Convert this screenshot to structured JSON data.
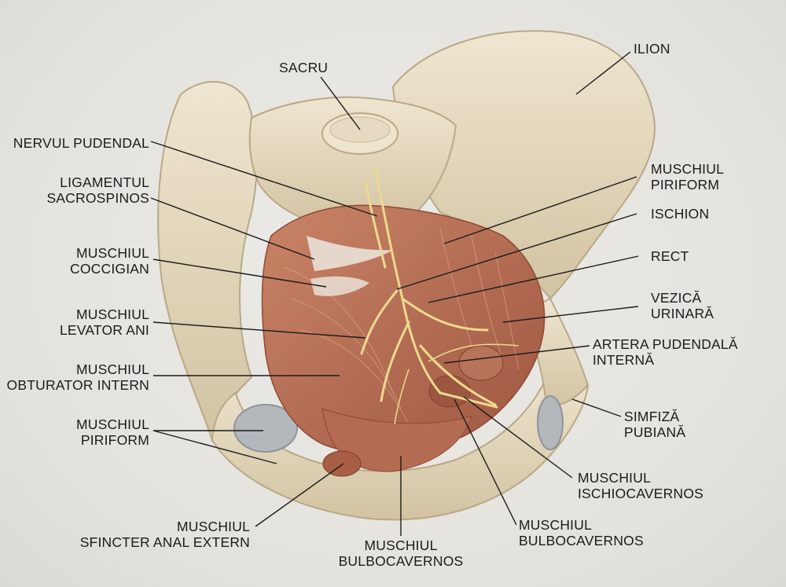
{
  "labels": {
    "sacru": "SACRU",
    "ilion": "ILION",
    "nervul_pudendal": "NERVUL PUDENDAL",
    "ligamentul_1": "LIGAMENTUL",
    "ligamentul_2": "SACROSPINOS",
    "coccigian_1": "MUSCHIUL",
    "coccigian_2": "COCCIGIAN",
    "levator_1": "MUSCHIUL",
    "levator_2": "LEVATOR ANI",
    "obturator_1": "MUSCHIUL",
    "obturator_2": "OBTURATOR INTERN",
    "piriform_left_1": "MUSCHIUL",
    "piriform_left_2": "PIRIFORM",
    "sfincter_1": "MUSCHIUL",
    "sfincter_2": "SFINCTER ANAL EXTERN",
    "bulbo_bottom_1": "MUSCHIUL",
    "bulbo_bottom_2": "BULBOCAVERNOS",
    "bulbo_right_1": "MUSCHIUL",
    "bulbo_right_2": "BULBOCAVERNOS",
    "ischiocav_1": "MUSCHIUL",
    "ischiocav_2": "ISCHIOCAVERNOS",
    "simfiza_1": "SIMFIZĂ",
    "simfiza_2": "PUBIANĂ",
    "artera_1": "ARTERA PUDENDALĂ",
    "artera_2": "INTERNĂ",
    "vezica_1": "VEZICĂ",
    "vezica_2": "URINARĂ",
    "rect": "RECT",
    "ischion": "ISCHION",
    "piriform_right_1": "MUSCHIUL",
    "piriform_right_2": "PIRIFORM"
  },
  "colors": {
    "bone": "#e2d6bb",
    "bone_shadow": "#b9a886",
    "muscle": "#b86f55",
    "muscle_dark": "#8e4a35",
    "nerve": "#e8d58a",
    "cartilage": "#aeb3b8",
    "leader_line": "#1b1b1b"
  }
}
